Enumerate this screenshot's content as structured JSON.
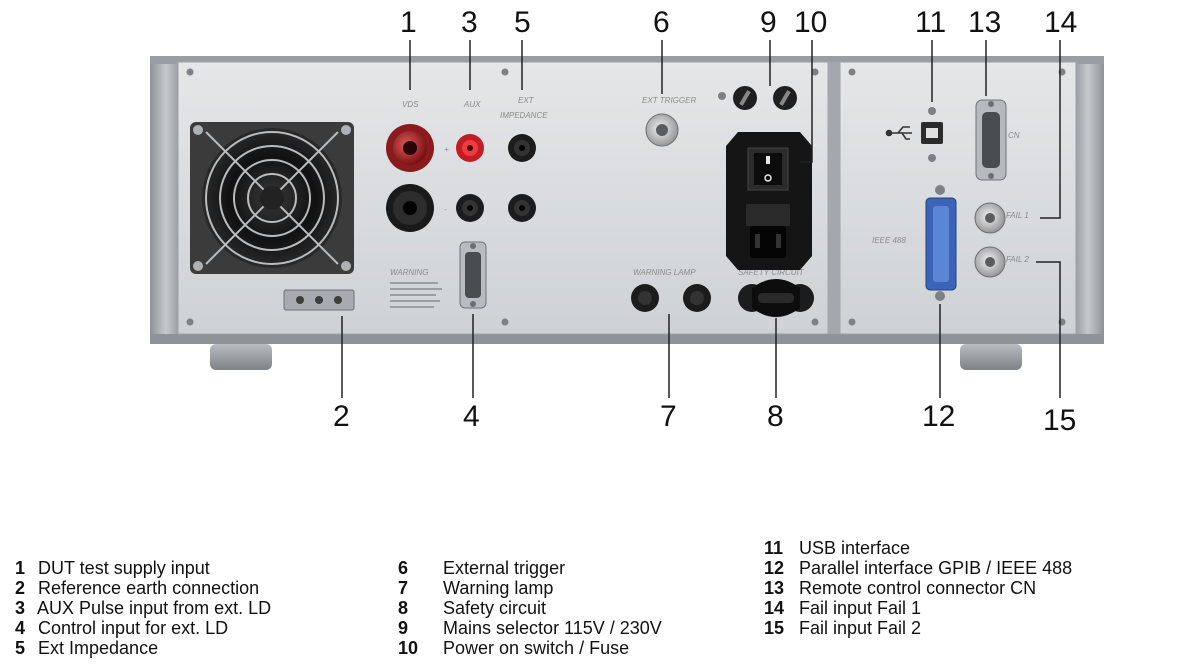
{
  "callouts": {
    "c1": "1",
    "c3": "3",
    "c5": "5",
    "c6": "6",
    "c9": "9",
    "c10": "10",
    "c11": "11",
    "c13": "13",
    "c14": "14",
    "c2": "2",
    "c4": "4",
    "c7": "7",
    "c8": "8",
    "c12": "12",
    "c15": "15"
  },
  "panel_labels": {
    "vds": "VDS",
    "aux": "AUX",
    "ext": "EXT",
    "impedance": "IMPEDANCE",
    "ext_trigger": "EXT TRIGGER",
    "warning": "WARNING",
    "warning_lamp": "WARNING LAMP",
    "safety_circuit": "SAFETY CIRCUIT",
    "cn": "CN",
    "ieee": "IEEE 488",
    "fail1": "FAIL 1",
    "fail2": "FAIL 2",
    "plus": "+",
    "minus": "-"
  },
  "legend": [
    {
      "num": "1",
      "text": "DUT test supply input"
    },
    {
      "num": "2",
      "text": "Reference earth connection"
    },
    {
      "num": "3",
      "text": "AUX Pulse input from ext. LD"
    },
    {
      "num": "4",
      "text": "Control input for ext. LD"
    },
    {
      "num": "5",
      "text": "Ext Impedance"
    },
    {
      "num": "6",
      "text": "External trigger"
    },
    {
      "num": "7",
      "text": "Warning lamp"
    },
    {
      "num": "8",
      "text": "Safety circuit"
    },
    {
      "num": "9",
      "text": "Mains selector  115V / 230V"
    },
    {
      "num": "10",
      "text": "Power on switch / Fuse"
    },
    {
      "num": "11",
      "text": "USB interface"
    },
    {
      "num": "12",
      "text": "Parallel interface GPIB / IEEE 488"
    },
    {
      "num": "13",
      "text": "Remote control connector CN"
    },
    {
      "num": "14",
      "text": "Fail input Fail 1"
    },
    {
      "num": "15",
      "text": "Fail input Fail 2"
    }
  ],
  "colors": {
    "panel": "#d9dcdf",
    "chassis": "#a9adb2",
    "red_socket": "#b3262a",
    "black_socket": "#1c1c1c"
  }
}
